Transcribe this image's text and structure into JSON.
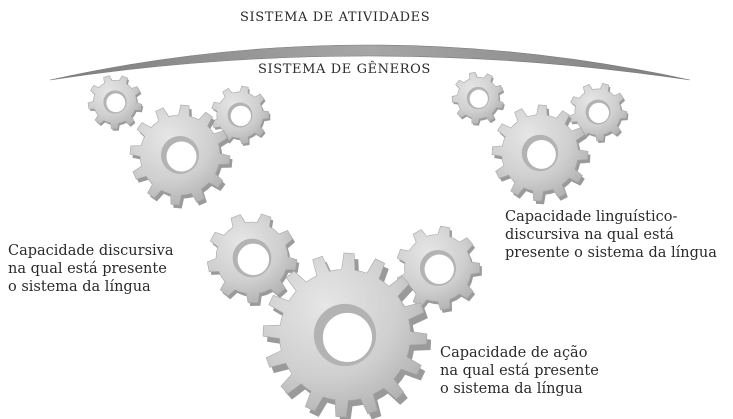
{
  "headings": {
    "activities": "SISTEMA DE ATIVIDADES",
    "genres": "SISTEMA DE GÊNEROS"
  },
  "capacities": {
    "discursive": {
      "line1": "Capacidade discursiva",
      "line2": "na qual está presente",
      "line3": "o sistema da língua"
    },
    "linguistic": {
      "line1": "Capacidade linguístico-",
      "line2": "discursiva na qual está",
      "line3": "presente o sistema da língua"
    },
    "action": {
      "line1": "Capacidade de ação",
      "line2": "na qual está presente",
      "line3": "o sistema da língua"
    }
  },
  "colors": {
    "arc": "#8e8e8e",
    "gear_light": "#d9d9d9",
    "gear_mid": "#bdbdbd",
    "gear_dark": "#9a9a9a",
    "text": "#2a2a2a"
  }
}
